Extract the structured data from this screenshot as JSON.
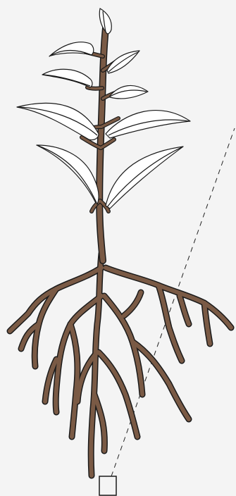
{
  "figure": {
    "subject": "seedling-with-root-system",
    "colors": {
      "background": "#f4f4f4",
      "stem": "#7a5a45",
      "outline": "#1a1a1a",
      "leaf_fill": "#ffffff",
      "callout": "#222222"
    },
    "icons": [
      "leaf",
      "stem",
      "root",
      "magnify-box",
      "dashed-callout-line"
    ]
  }
}
